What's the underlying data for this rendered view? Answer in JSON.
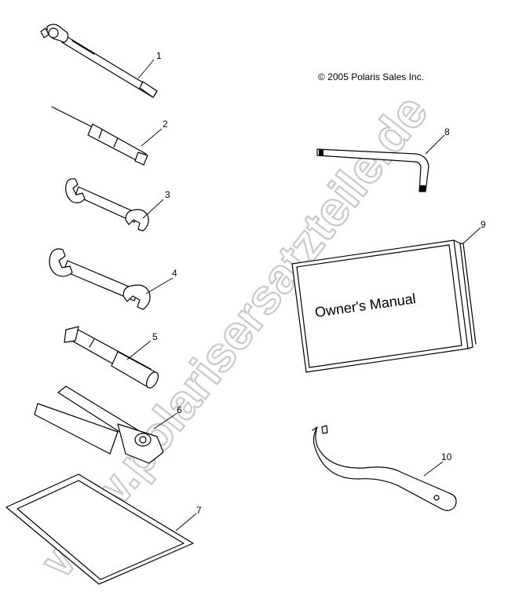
{
  "copyright": "© 2005 Polaris Sales Inc.",
  "watermark": "www.polarisersatzteile.de",
  "manual_title": "Owner's Manual",
  "callouts": [
    "1",
    "2",
    "3",
    "4",
    "5",
    "6",
    "7",
    "8",
    "9",
    "10"
  ],
  "parts": [
    {
      "callout": "1",
      "icon": "tire-pressure-gauge-icon"
    },
    {
      "callout": "2",
      "icon": "screwdriver-icon"
    },
    {
      "callout": "3",
      "icon": "small-open-end-wrench-icon"
    },
    {
      "callout": "4",
      "icon": "large-open-end-wrench-icon"
    },
    {
      "callout": "5",
      "icon": "spark-plug-socket-wrench-icon"
    },
    {
      "callout": "6",
      "icon": "clutch-tool-icon"
    },
    {
      "callout": "7",
      "icon": "tool-pouch-icon"
    },
    {
      "callout": "8",
      "icon": "hex-key-icon"
    },
    {
      "callout": "9",
      "icon": "owners-manual-book-icon"
    },
    {
      "callout": "10",
      "icon": "spanner-wrench-icon"
    }
  ],
  "colors": {
    "line": "#000000",
    "watermark": "#cfcfcf",
    "background": "#ffffff"
  }
}
